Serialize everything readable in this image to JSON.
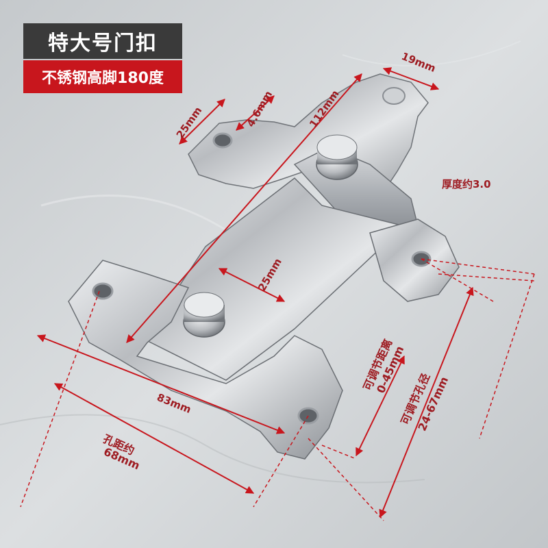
{
  "product": {
    "title": "特大号门扣",
    "subtitle": "不锈钢高脚180度"
  },
  "dimensions": {
    "d1": "19mm",
    "d2": "4.6mm",
    "d3": "25mm",
    "d4": "112mm",
    "d5": "25mm",
    "d6": "83mm",
    "thickness": "厚度约3.0",
    "hole_dist_label": "孔距约",
    "hole_dist_value": "68mm",
    "adj_dist_label": "可调节距离",
    "adj_dist_value": "0-45mm",
    "adj_hole_label": "可调节孔径",
    "adj_hole_value": "24-67mm"
  },
  "colors": {
    "accent_red": "#c8161d",
    "dark_box": "#3a3a3a",
    "label_red": "#9e1c22"
  }
}
